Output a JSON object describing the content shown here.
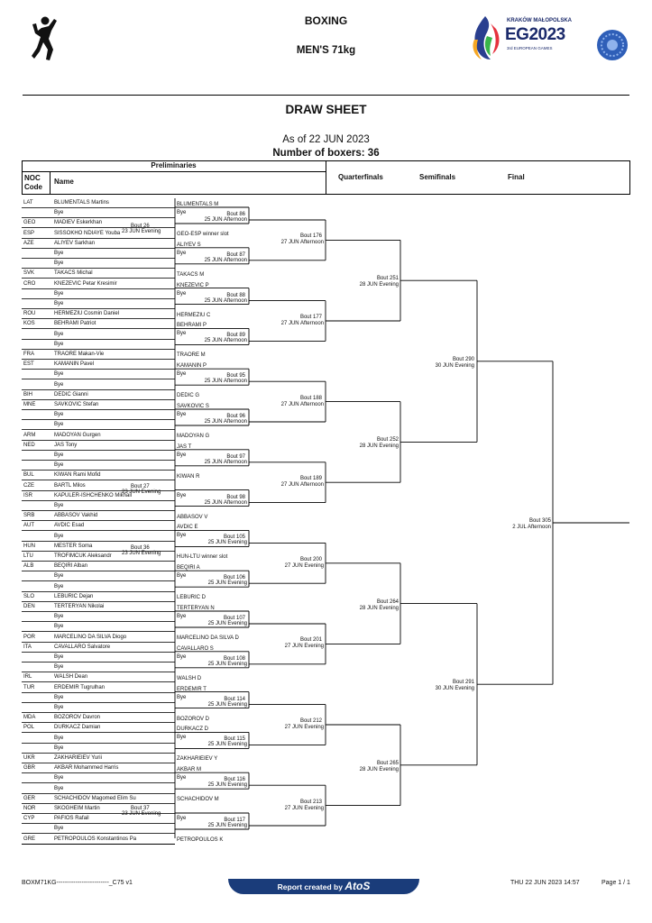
{
  "header": {
    "sport": "BOXING",
    "event": "MEN'S 71kg",
    "logo_text": [
      "KRAKÓW MAŁOPOLSKA",
      "EG2023",
      "3rd EUROPEAN GAMES"
    ],
    "title": "DRAW SHEET",
    "as_of": "As of 22 JUN 2023",
    "count": "Number of boxers: 36"
  },
  "columns": {
    "preliminaries": "Preliminaries",
    "noc": "NOC Code",
    "name": "Name",
    "quarterfinals": "Quarterfinals",
    "semifinals": "Semifinals",
    "final": "Final"
  },
  "entries": [
    {
      "noc": "LAT",
      "name": "BLUMENTALS Martins"
    },
    {
      "noc": "",
      "name": "Bye"
    },
    {
      "noc": "GEO",
      "name": "MADIEV Eskerkhan"
    },
    {
      "noc": "ESP",
      "name": "SISSOKHO NDIAYE Youba"
    },
    {
      "noc": "AZE",
      "name": "ALIYEV Sarkhan"
    },
    {
      "noc": "",
      "name": "Bye"
    },
    {
      "noc": "",
      "name": "Bye"
    },
    {
      "noc": "SVK",
      "name": "TAKACS Michal"
    },
    {
      "noc": "CRO",
      "name": "KNEZEVIC Petar Kresimir"
    },
    {
      "noc": "",
      "name": "Bye"
    },
    {
      "noc": "",
      "name": "Bye"
    },
    {
      "noc": "ROU",
      "name": "HERMEZIU Cosmin Daniel"
    },
    {
      "noc": "KOS",
      "name": "BEHRAMI Patriot"
    },
    {
      "noc": "",
      "name": "Bye"
    },
    {
      "noc": "",
      "name": "Bye"
    },
    {
      "noc": "FRA",
      "name": "TRAORE Makan-Vie"
    },
    {
      "noc": "EST",
      "name": "KAMANIN Pavel"
    },
    {
      "noc": "",
      "name": "Bye"
    },
    {
      "noc": "",
      "name": "Bye"
    },
    {
      "noc": "BIH",
      "name": "DEDIC Gianni"
    },
    {
      "noc": "MNE",
      "name": "SAVKOVIC Stefan"
    },
    {
      "noc": "",
      "name": "Bye"
    },
    {
      "noc": "",
      "name": "Bye"
    },
    {
      "noc": "ARM",
      "name": "MADOYAN Gurgen"
    },
    {
      "noc": "NED",
      "name": "JAS Tony"
    },
    {
      "noc": "",
      "name": "Bye"
    },
    {
      "noc": "",
      "name": "Bye"
    },
    {
      "noc": "BUL",
      "name": "KIWAN Rami Mofid"
    },
    {
      "noc": "CZE",
      "name": "BARTL Milos"
    },
    {
      "noc": "ISR",
      "name": "KAPULER-ISHCHENKO Mikhail"
    },
    {
      "noc": "",
      "name": "Bye"
    },
    {
      "noc": "SRB",
      "name": "ABBASOV Vakhid"
    },
    {
      "noc": "AUT",
      "name": "AVDIC Esad"
    },
    {
      "noc": "",
      "name": "Bye"
    },
    {
      "noc": "HUN",
      "name": "MESTER Soma"
    },
    {
      "noc": "LTU",
      "name": "TROFIMCUK Aleksandr"
    },
    {
      "noc": "ALB",
      "name": "BEQIRI Alban"
    },
    {
      "noc": "",
      "name": "Bye"
    },
    {
      "noc": "",
      "name": "Bye"
    },
    {
      "noc": "SLO",
      "name": "LEBURIC Dejan"
    },
    {
      "noc": "DEN",
      "name": "TERTERYAN Nikolai"
    },
    {
      "noc": "",
      "name": "Bye"
    },
    {
      "noc": "",
      "name": "Bye"
    },
    {
      "noc": "POR",
      "name": "MARCELINO DA SILVA Diogo"
    },
    {
      "noc": "ITA",
      "name": "CAVALLARO Salvatore"
    },
    {
      "noc": "",
      "name": "Bye"
    },
    {
      "noc": "",
      "name": "Bye"
    },
    {
      "noc": "IRL",
      "name": "WALSH Dean"
    },
    {
      "noc": "TUR",
      "name": "ERDEMIR Tugrulhan"
    },
    {
      "noc": "",
      "name": "Bye"
    },
    {
      "noc": "",
      "name": "Bye"
    },
    {
      "noc": "MDA",
      "name": "BOZOROV Davron"
    },
    {
      "noc": "POL",
      "name": "DURKACZ Damian"
    },
    {
      "noc": "",
      "name": "Bye"
    },
    {
      "noc": "",
      "name": "Bye"
    },
    {
      "noc": "UKR",
      "name": "ZAKHARIEIEV Yurii"
    },
    {
      "noc": "GBR",
      "name": "AKBAR Mohammed Harris"
    },
    {
      "noc": "",
      "name": "Bye"
    },
    {
      "noc": "",
      "name": "Bye"
    },
    {
      "noc": "GER",
      "name": "SCHACHIDOV Magomed Elim Su"
    },
    {
      "noc": "NOR",
      "name": "SKOGHEIM Martin"
    },
    {
      "noc": "CYP",
      "name": "PAFIOS Rafail"
    },
    {
      "noc": "",
      "name": "Bye"
    },
    {
      "noc": "GRE",
      "name": "PETROPOULOS Konstantinos Pa"
    }
  ],
  "prelim_bouts": [
    {
      "bout": "Bout 26",
      "time": "23 JUN Evening"
    },
    {
      "bout": "Bout 27",
      "time": "23 JUN Evening"
    },
    {
      "bout": "Bout 36",
      "time": "23 JUN Evening"
    },
    {
      "bout": "Bout 37",
      "time": "23 JUN Evening"
    }
  ],
  "r32": [
    {
      "a": "BLUMENTALS M",
      "b": "Bye",
      "bout": "Bout 86",
      "time": "25 JUN Afternoon"
    },
    {
      "a": "ALIYEV S",
      "b": "Bye",
      "bout": "Bout 87",
      "time": "25 JUN Afternoon"
    },
    {
      "a": "KNEZEVIC P",
      "b": "Bye",
      "bout": "Bout 88",
      "time": "25 JUN Afternoon"
    },
    {
      "a": "BEHRAMI P",
      "b": "Bye",
      "bout": "Bout 89",
      "time": "25 JUN Afternoon"
    },
    {
      "a": "KAMANIN P",
      "b": "Bye",
      "bout": "Bout 95",
      "time": "25 JUN Afternoon"
    },
    {
      "a": "SAVKOVIC S",
      "b": "Bye",
      "bout": "Bout 96",
      "time": "25 JUN Afternoon"
    },
    {
      "a": "JAS T",
      "b": "Bye",
      "bout": "Bout 97",
      "time": "25 JUN Afternoon"
    },
    {
      "a": "",
      "b": "Bye",
      "bout": "Bout 98",
      "time": "25 JUN Afternoon"
    },
    {
      "a": "AVDIC E",
      "b": "Bye",
      "bout": "Bout 105",
      "time": "25 JUN Evening"
    },
    {
      "a": "BEQIRI A",
      "b": "Bye",
      "bout": "Bout 106",
      "time": "25 JUN Evening"
    },
    {
      "a": "TERTERYAN N",
      "b": "Bye",
      "bout": "Bout 107",
      "time": "25 JUN Evening"
    },
    {
      "a": "CAVALLARO S",
      "b": "Bye",
      "bout": "Bout 108",
      "time": "25 JUN Evening"
    },
    {
      "a": "ERDEMIR T",
      "b": "Bye",
      "bout": "Bout 114",
      "time": "25 JUN Evening"
    },
    {
      "a": "DURKACZ D",
      "b": "Bye",
      "bout": "Bout 115",
      "time": "25 JUN Evening"
    },
    {
      "a": "AKBAR M",
      "b": "Bye",
      "bout": "Bout 116",
      "time": "25 JUN Evening"
    },
    {
      "a": "",
      "b": "Bye",
      "bout": "Bout 117",
      "time": "25 JUN Evening"
    }
  ],
  "r32_others": [
    "GEO-ESP winner slot",
    "TAKACS M",
    "HERMEZIU C",
    "TRAORE M",
    "DEDIC G",
    "MADOYAN G",
    "KIWAN R",
    "ABBASOV V",
    "HUN-LTU winner slot",
    "LEBURIC D",
    "MARCELINO DA SILVA D",
    "WALSH D",
    "BOZOROV D",
    "ZAKHARIEIEV Y",
    "SCHACHIDOV M",
    "PETROPOULOS K"
  ],
  "r16": [
    {
      "bout": "Bout 176",
      "time": "27 JUN Afternoon"
    },
    {
      "bout": "Bout 177",
      "time": "27 JUN Afternoon"
    },
    {
      "bout": "Bout 188",
      "time": "27 JUN Afternoon"
    },
    {
      "bout": "Bout 189",
      "time": "27 JUN Afternoon"
    },
    {
      "bout": "Bout 200",
      "time": "27 JUN Evening"
    },
    {
      "bout": "Bout 201",
      "time": "27 JUN Evening"
    },
    {
      "bout": "Bout 212",
      "time": "27 JUN Evening"
    },
    {
      "bout": "Bout 213",
      "time": "27 JUN Evening"
    }
  ],
  "qf": [
    {
      "bout": "Bout 251",
      "time": "28 JUN Evening"
    },
    {
      "bout": "Bout 252",
      "time": "28 JUN Evening"
    },
    {
      "bout": "Bout 264",
      "time": "28 JUN Evening"
    },
    {
      "bout": "Bout 265",
      "time": "28 JUN Evening"
    }
  ],
  "sf": [
    {
      "bout": "Bout 290",
      "time": "30 JUN Evening"
    },
    {
      "bout": "Bout 291",
      "time": "30 JUN Evening"
    }
  ],
  "final": {
    "bout": "Bout 305",
    "time": "2 JUL Afternoon"
  },
  "footer": {
    "code": "BOXM71KG-------------------------_C75 v1",
    "report": "Report created by",
    "brand": "AtoS",
    "timestamp": "THU 22 JUN 2023 14:57",
    "page": "Page 1 / 1"
  }
}
